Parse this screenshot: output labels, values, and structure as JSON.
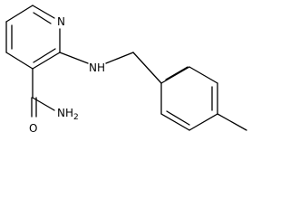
{
  "molecule": {
    "atom_labels": {
      "ring_nitrogen": "N",
      "amine": "NH",
      "carbonyl_oxygen": "O",
      "amide_nitrogen": "NH",
      "amide_subscript": "2"
    }
  }
}
